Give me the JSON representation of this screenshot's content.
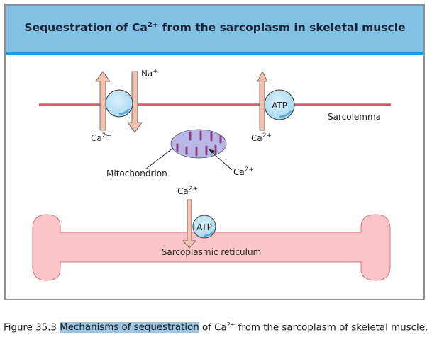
{
  "header": {
    "title_prefix": "Sequestration of Ca",
    "title_sup": "2+",
    "title_suffix": " from the sarcoplasm in skeletal muscle"
  },
  "diagram": {
    "labels": {
      "na": "Na",
      "na_sup": "+",
      "ca_exchanger": "Ca",
      "ca_exchanger_sup": "2+",
      "atp_membrane": "ATP",
      "sarcolemma": "Sarcolemma",
      "ca_pump": "Ca",
      "ca_pump_sup": "2+",
      "mitochondrion": "Mitochondrion",
      "ca_mito": "Ca",
      "ca_mito_sup": "2+",
      "ca_sr": "Ca",
      "ca_sr_sup": "2+",
      "atp_sr": "ATP",
      "sr": "Sarcoplasmic reticulum"
    },
    "colors": {
      "header_bg": "#82c0e6",
      "header_bar": "#169ed6",
      "membrane": "#df5b6a",
      "arrow_fill": "#f5c1ac",
      "pump_fill": "#bfe4f5",
      "sr_fill": "#fbc4c6",
      "sr_stroke": "#d8727c",
      "mito_fill": "#b9b8e4",
      "mito_cristae": "#8a3b86"
    }
  },
  "caption": {
    "figure_label": "Figure 35.3",
    "highlighted": "Mechanisms of sequestration",
    "text_before_sup": " of Ca",
    "sup": "2+",
    "text_after_sup": " from the sarcoplasm of skeletal muscle."
  }
}
